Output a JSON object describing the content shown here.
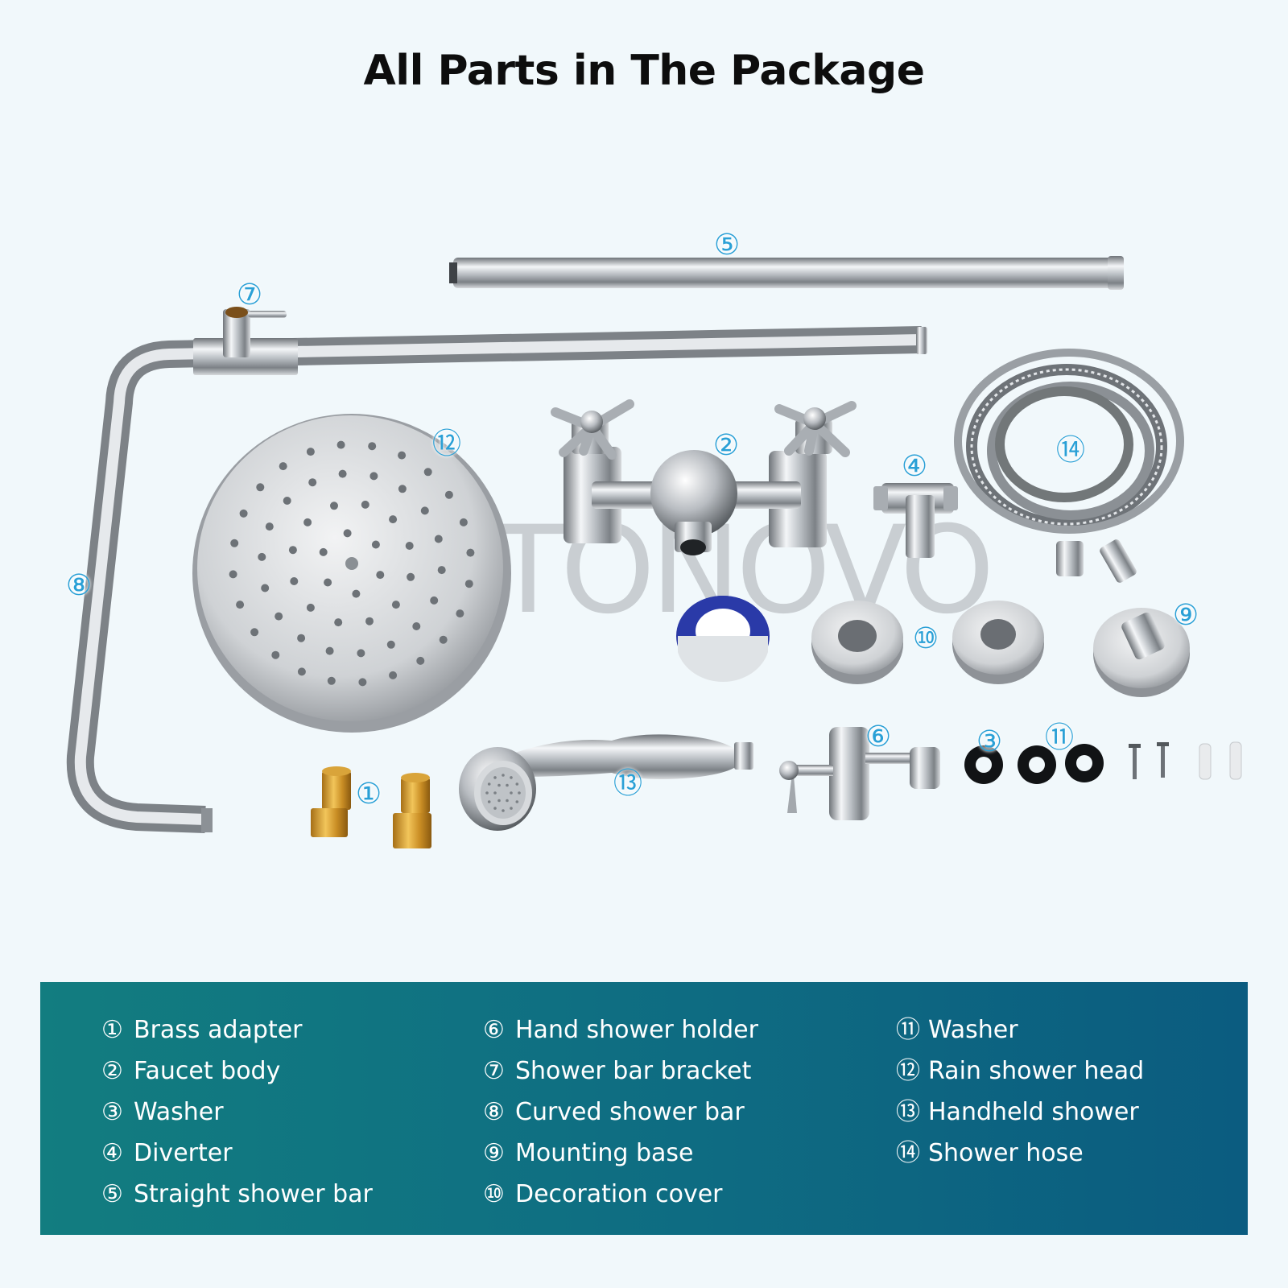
{
  "title": "All Parts in The Package",
  "watermark": "TONOVO",
  "colors": {
    "background": "#f1f8fb",
    "callout": "#2aa0d6",
    "legend_start": "#127d80",
    "legend_end": "#0b5c80",
    "title": "#0d0d0d"
  },
  "callouts": [
    "⑤",
    "⑦",
    "⑫",
    "②",
    "④",
    "⑭",
    "⑧",
    "⑩",
    "⑨",
    "⑥",
    "③",
    "⑪",
    "①",
    "⑬"
  ],
  "legend": {
    "col1": [
      {
        "num": "①",
        "label": "Brass adapter"
      },
      {
        "num": "②",
        "label": "Faucet body"
      },
      {
        "num": "③",
        "label": "Washer"
      },
      {
        "num": "④",
        "label": "Diverter"
      },
      {
        "num": "⑤",
        "label": "Straight shower bar"
      }
    ],
    "col2": [
      {
        "num": "⑥",
        "label": "Hand shower holder"
      },
      {
        "num": "⑦",
        "label": "Shower bar bracket"
      },
      {
        "num": "⑧",
        "label": "Curved shower bar"
      },
      {
        "num": "⑨",
        "label": "Mounting base"
      },
      {
        "num": "⑩",
        "label": "Decoration cover"
      }
    ],
    "col3": [
      {
        "num": "⑪",
        "label": "Washer"
      },
      {
        "num": "⑫",
        "label": "Rain shower head"
      },
      {
        "num": "⑬",
        "label": "Handheld shower"
      },
      {
        "num": "⑭",
        "label": "Shower hose"
      }
    ]
  }
}
